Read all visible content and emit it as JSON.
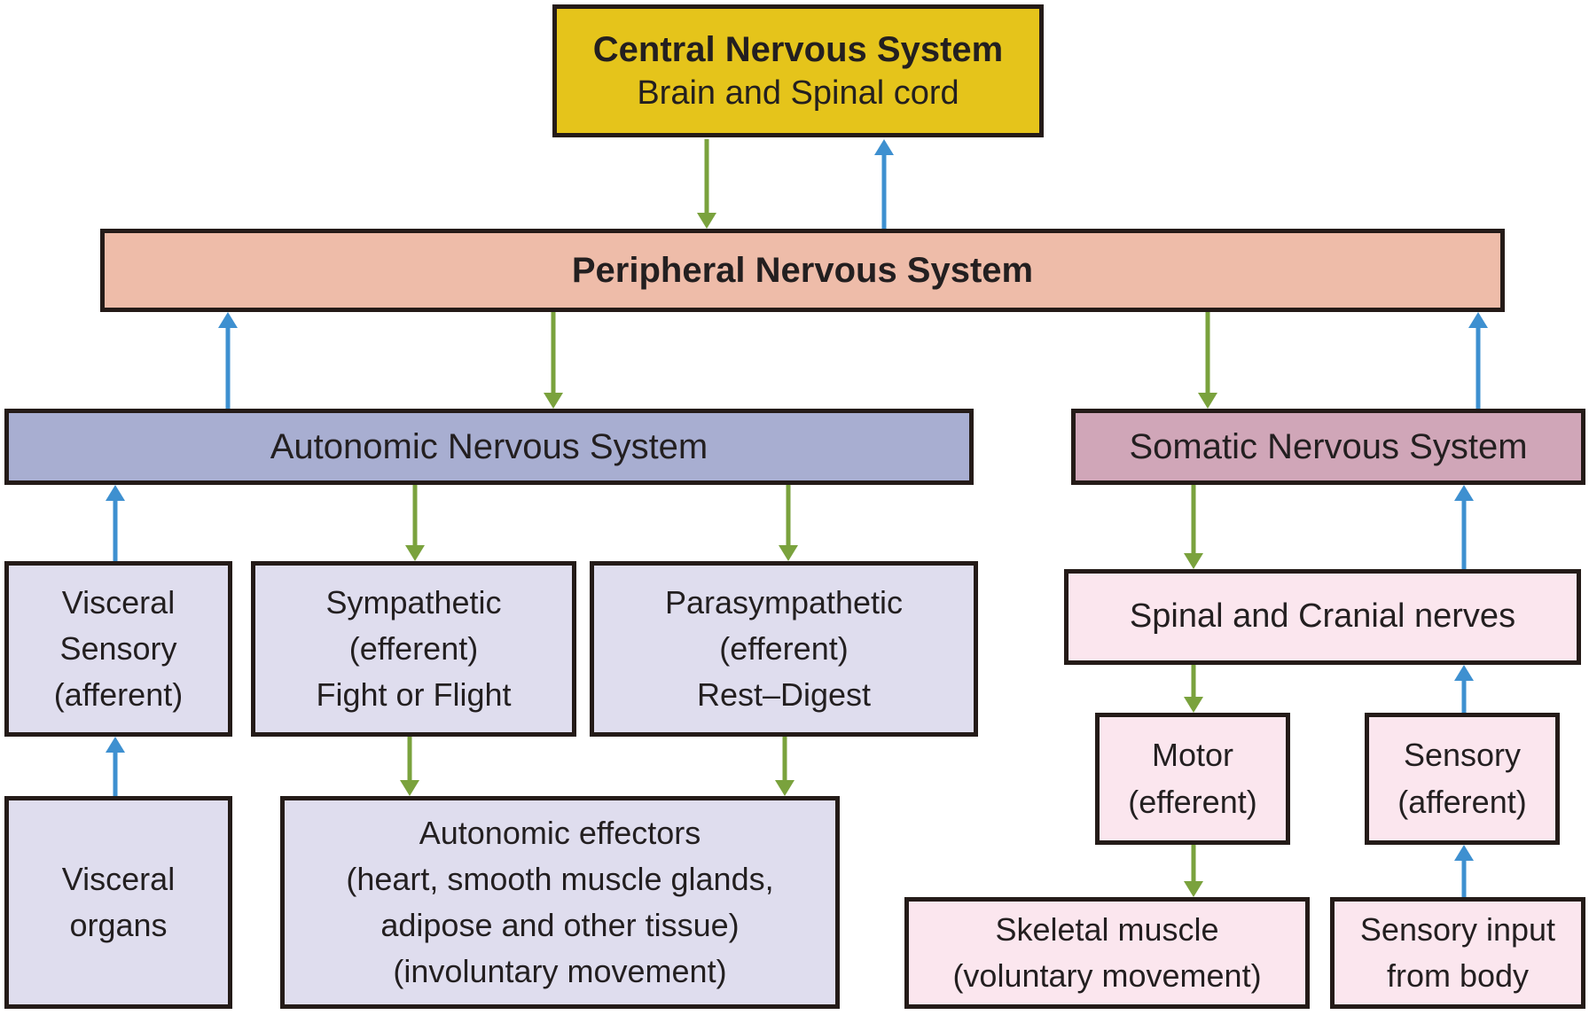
{
  "colors": {
    "cns_fill": "#e5c41b",
    "pns_fill": "#eebca9",
    "ans_fill": "#a8aed1",
    "sns_fill": "#d0a6b8",
    "ans_child_fill": "#dfddee",
    "sns_child_fill": "#fbe6ee",
    "border": "#241b18",
    "efferent_arrow": "#7aa23d",
    "afferent_arrow": "#3e90d0",
    "text": "#231f20"
  },
  "nodes": {
    "cns": {
      "title": "Central Nervous System",
      "subtitle": "Brain and Spinal cord"
    },
    "pns": {
      "title": "Peripheral Nervous System"
    },
    "ans": {
      "title": "Autonomic Nervous System"
    },
    "sns": {
      "title": "Somatic Nervous System"
    },
    "visceral_sensory": {
      "lines": [
        "Visceral",
        "Sensory",
        "(afferent)"
      ]
    },
    "sympathetic": {
      "lines": [
        "Sympathetic",
        "(efferent)",
        "Fight or Flight"
      ]
    },
    "parasympathetic": {
      "lines": [
        "Parasympathetic",
        "(efferent)",
        "Rest–Digest"
      ]
    },
    "visceral_organs": {
      "lines": [
        "Visceral",
        "organs"
      ]
    },
    "autonomic_effectors": {
      "lines": [
        "Autonomic effectors",
        "(heart, smooth muscle glands,",
        "adipose and other tissue)",
        "(involuntary movement)"
      ]
    },
    "spinal_cranial": {
      "title": "Spinal and Cranial nerves"
    },
    "motor": {
      "lines": [
        "Motor",
        "(efferent)"
      ]
    },
    "sensory": {
      "lines": [
        "Sensory",
        "(afferent)"
      ]
    },
    "skeletal_muscle": {
      "lines": [
        "Skeletal muscle",
        "(voluntary movement)"
      ]
    },
    "sensory_input": {
      "lines": [
        "Sensory input",
        "from body"
      ]
    }
  }
}
